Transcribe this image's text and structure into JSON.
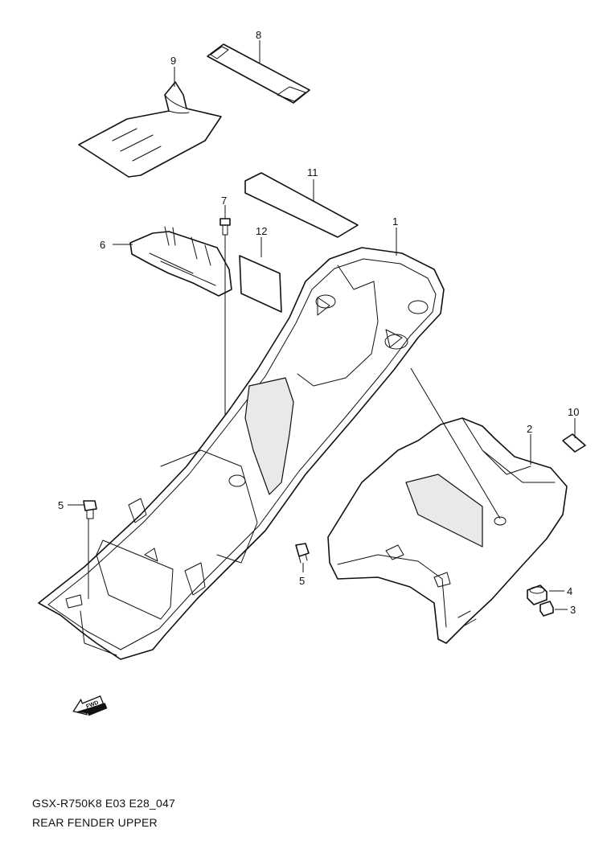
{
  "diagram": {
    "code": "GSX-R750K8 E03 E28_047",
    "title": "REAR FENDER UPPER",
    "fwd_mark": "FWD",
    "callouts": [
      "1",
      "2",
      "3",
      "4",
      "5",
      "5",
      "6",
      "7",
      "8",
      "9",
      "10",
      "11",
      "12"
    ]
  }
}
